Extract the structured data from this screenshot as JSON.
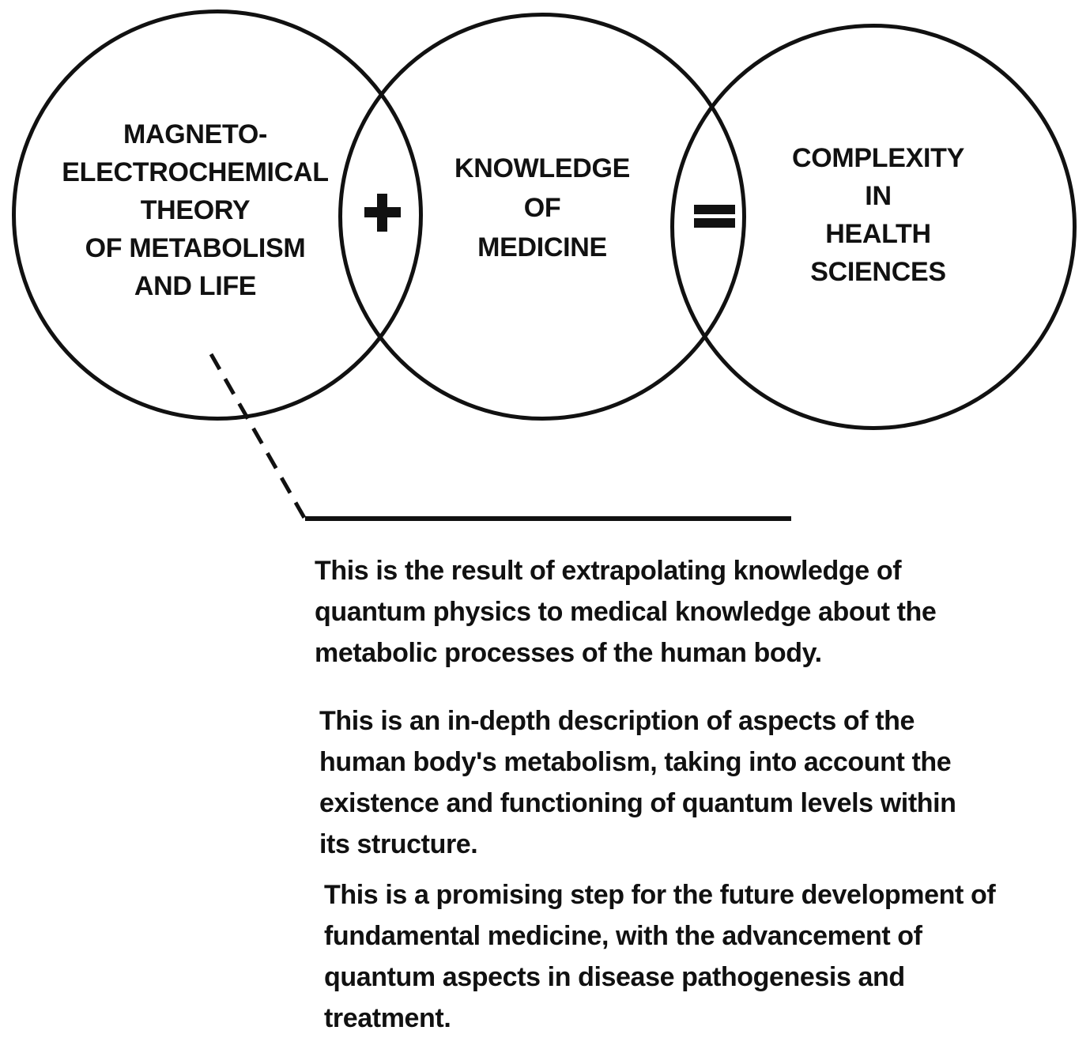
{
  "diagram": {
    "background_color": "#ffffff",
    "line_color": "#111111",
    "text_color": "#111111",
    "circles": [
      {
        "id": "magneto-theory",
        "lines": [
          "MAGNETO-",
          "ELECTROCHEMICAL",
          "THEORY",
          "OF METABOLISM",
          "AND LIFE"
        ]
      },
      {
        "id": "knowledge-of-medicine",
        "lines": [
          "KNOWLEDGE",
          "OF",
          "MEDICINE"
        ]
      },
      {
        "id": "complexity-health-sciences",
        "lines": [
          "COMPLEXITY",
          "IN",
          "HEALTH",
          "SCIENCES"
        ]
      }
    ],
    "operators": {
      "plus": "+",
      "equals": "="
    },
    "annotation": {
      "paragraphs": [
        {
          "lines": [
            "This is the result of extrapolating knowledge of",
            "quantum physics to medical knowledge about the",
            "metabolic processes of the human body."
          ]
        },
        {
          "lines": [
            "This is an in-depth description of aspects of the",
            "human body's metabolism, taking into account the",
            "existence and functioning of quantum levels within",
            "its structure."
          ]
        },
        {
          "lines": [
            "This is a promising step for the future development of",
            "fundamental medicine, with the advancement of",
            "quantum aspects in disease pathogenesis and",
            "treatment."
          ]
        }
      ]
    }
  }
}
